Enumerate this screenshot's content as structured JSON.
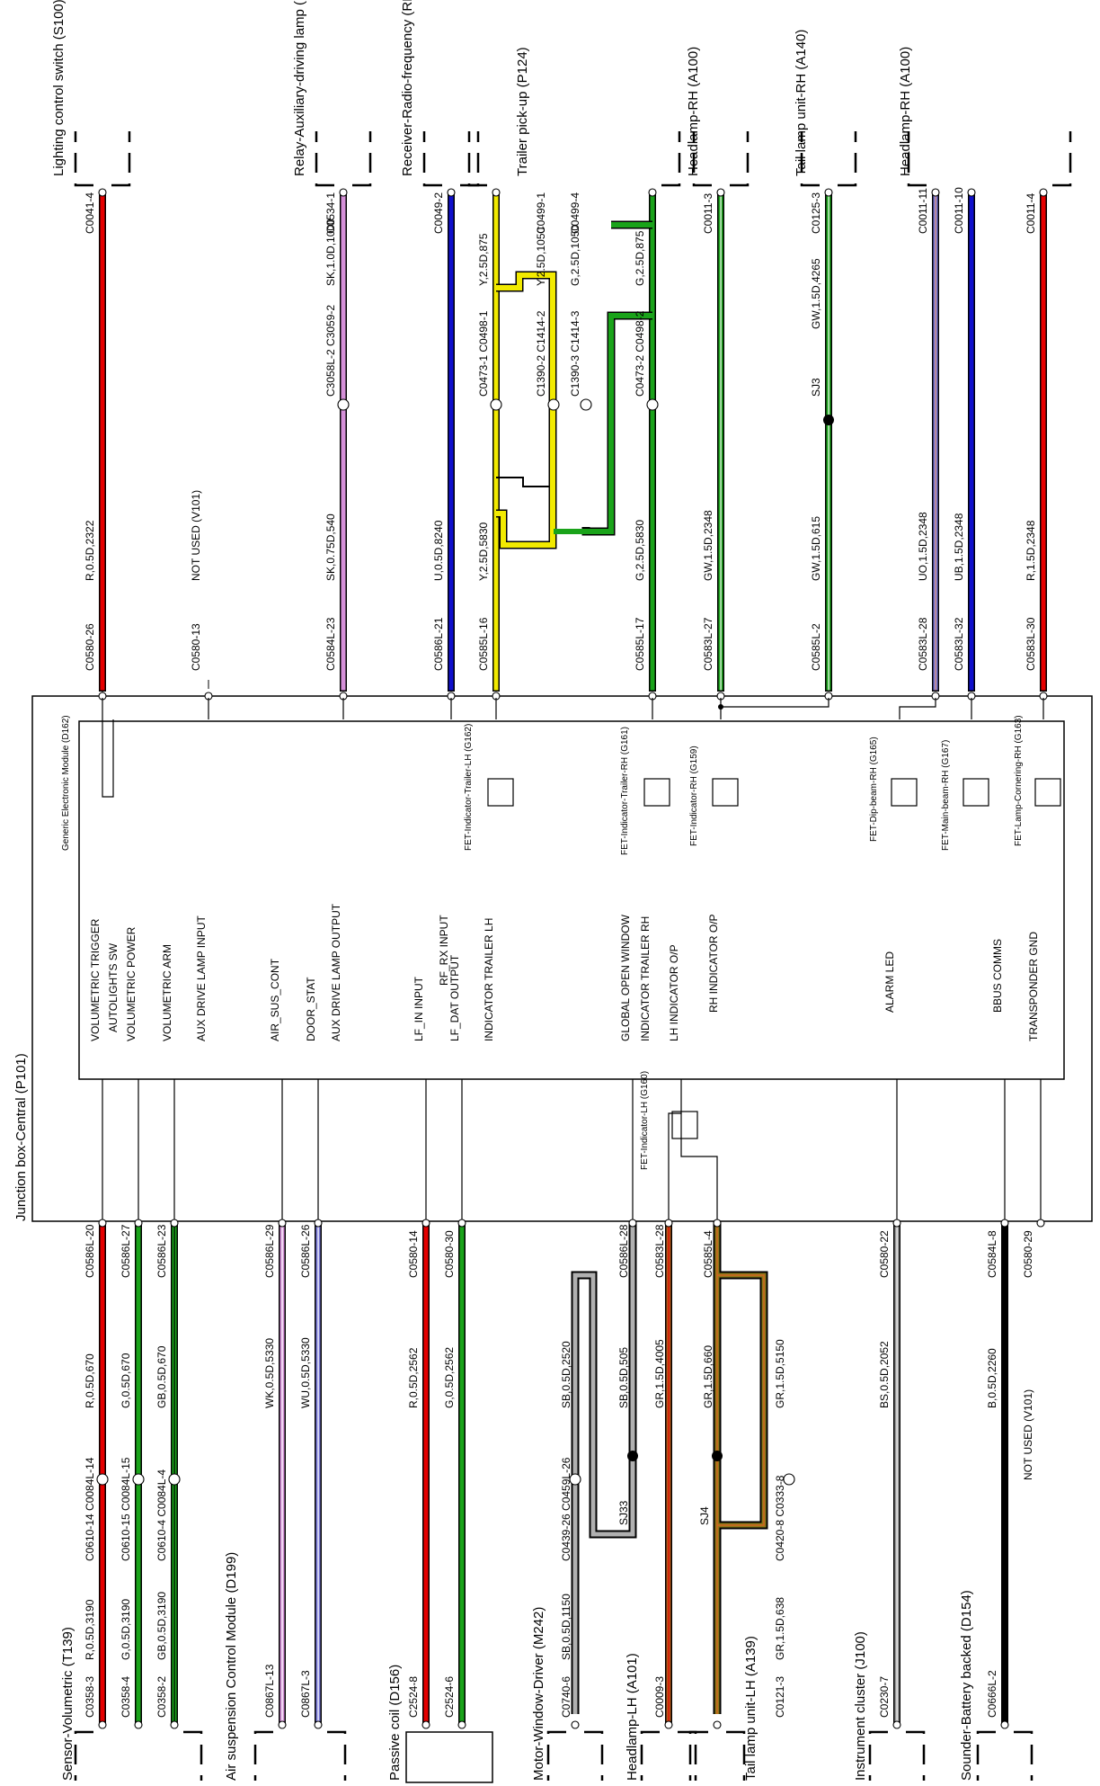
{
  "junction_box": {
    "title": "Junction box-Central (P101)"
  },
  "gem": {
    "title": "Generic Electronic Module (D162)"
  },
  "components": {
    "s100": "Lighting control switch (S100)",
    "r269": "Relay-Auxiliary-driving lamp (R269)",
    "t203": "Receiver-Radio-frequency (RF) (T203)",
    "p124": "Trailer pick-up (P124)",
    "a100a": "Headlamp-RH (A100)",
    "a140": "Tail lamp unit-RH (A140)",
    "a100b": "Headlamp-RH (A100)",
    "t139": "Sensor-Volumetric (T139)",
    "d199": "Air suspension Control Module (D199)",
    "d156": "Passive coil (D156)",
    "m242": "Motor-Window-Driver (M242)",
    "a101": "Headlamp-LH (A101)",
    "a139": "Tail lamp unit-LH (A139)",
    "j100": "Instrument cluster (J100)",
    "d154": "Sounder-Battery backed (D154)"
  },
  "fets": {
    "g162": "FET-Indicator-Trailer-LH (G162)",
    "g161": "FET-Indicator-Trailer-RH (G161)",
    "g159": "FET-Indicator-RH (G159)",
    "g165": "FET-Dip-beam-RH (G165)",
    "g167": "FET-Main-beam-RH (G167)",
    "g163": "FET-Lamp-Cornering-RH (G163)",
    "g160": "FET-Indicator-LH (G160)"
  },
  "gem_pins": {
    "p1": "VOLUMETRIC TRIGGER",
    "p2": "AUTOLIGHTS SW",
    "p3": "VOLUMETRIC POWER",
    "p4": "VOLUMETRIC ARM",
    "p5": "AUX DRIVE LAMP INPUT",
    "p6": "AIR_SUS_CONT",
    "p7": "DOOR_STAT",
    "p8": "AUX DRIVE LAMP OUTPUT",
    "p9": "LF_IN INPUT",
    "p10": "RF_RX INPUT",
    "p11": "LF_DAT OUTPUT",
    "p12": "INDICATOR TRAILER LH",
    "p13": "GLOBAL OPEN WINDOW",
    "p14": "INDICATOR TRAILER RH",
    "p15": "LH INDICATOR O/P",
    "p16": "RH INDICATOR O/P",
    "p17": "ALARM LED",
    "p18": "BBUS COMMS",
    "p19": "TRANSPONDER GND"
  },
  "top_wires": {
    "w1": {
      "conn_top": "C0041-4",
      "spec": "R,0.5D,2322",
      "conn_bot": "C0580-26"
    },
    "w2": {
      "spec": "NOT USED (V101)",
      "conn_bot": "C0580-13"
    },
    "w3": {
      "conn_top": "C0534-1",
      "spec_top": "SK,1.0D,1000",
      "inline": "C3058L-2 C3059-2",
      "spec": "SK,0.75D,540",
      "conn_bot": "C0584L-23"
    },
    "w4": {
      "conn_top": "C0049-2",
      "spec": "U,0.5D,8240",
      "conn_bot": "C0586L-21"
    },
    "w5": {
      "conn_top": "C0499-1",
      "spec_top": "Y,2.5D,1050",
      "inline_a": "C1390-2 C1414-2",
      "spec_mid": "Y,2.5D,875",
      "inline_b": "C0473-1 C0498-1",
      "spec": "Y,2.5D,5830",
      "conn_bot": "C0585L-16"
    },
    "w6": {
      "conn_top": "C0499-4",
      "spec_top": "G,2.5D,1050",
      "inline_a": "C1390-3 C1414-3",
      "spec_mid": "G,2.5D,875",
      "inline_b": "C0473-2 C0498-2",
      "spec": "G,2.5D,5830",
      "conn_bot": "C0585L-17"
    },
    "w7": {
      "conn_top": "C0011-3",
      "spec": "GW,1.5D,2348",
      "conn_bot": "C0583L-27"
    },
    "w8": {
      "conn_top": "C0125-3",
      "spec_top": "GW,1.5D,4265",
      "splice": "SJ3",
      "spec": "GW,1.5D,615",
      "conn_bot": "C0585L-2"
    },
    "w9": {
      "conn_top": "C0011-11",
      "spec": "UO,1.5D,2348",
      "conn_bot": "C0583L-28"
    },
    "w10": {
      "conn_top": "C0011-10",
      "spec": "UB,1.5D,2348",
      "conn_bot": "C0583L-32"
    },
    "w11": {
      "conn_top": "C0011-4",
      "spec": "R,1.5D,2348",
      "conn_bot": "C0583L-30"
    }
  },
  "bottom_wires": {
    "b1": {
      "conn_top": "C0586L-20",
      "spec_top": "R,0.5D,670",
      "inline": "C0610-14 C0084L-14",
      "spec": "R,0.5D,3190",
      "conn_bot": "C0358-3"
    },
    "b2": {
      "conn_top": "C0586L-27",
      "spec_top": "G,0.5D,670",
      "inline": "C0610-15 C0084L-15",
      "spec": "G,0.5D,3190",
      "conn_bot": "C0358-4"
    },
    "b3": {
      "conn_top": "C0586L-23",
      "spec_top": "GB,0.5D,670",
      "inline": "C0610-4 C0084L-4",
      "spec": "GB,0.5D,3190",
      "conn_bot": "C0358-2"
    },
    "b4": {
      "conn_top": "C0586L-29",
      "spec": "WK,0.5D,5330",
      "conn_bot": "C0867L-13"
    },
    "b5": {
      "conn_top": "C0586L-26",
      "spec": "WU,0.5D,5330",
      "conn_bot": "C0867L-3"
    },
    "b6": {
      "conn_top": "C0580-14",
      "spec": "R,0.5D,2562",
      "conn_bot": "C2524-8"
    },
    "b7": {
      "conn_top": "C0580-30",
      "spec": "G,0.5D,2562",
      "conn_bot": "C2524-6"
    },
    "b8": {
      "conn_top": "C0586L-28",
      "spec_top": "SB,0.5D,505",
      "splice": "SJ33",
      "spec_mid": "SB,0.5D,2520",
      "inline": "C0439-26 C0459L-26",
      "spec": "SB,0.5D,1150",
      "conn_bot": "C0740-6"
    },
    "b9": {
      "conn_top": "C0583L-28",
      "spec": "GR,1.5D,4005",
      "conn_bot": "C0009-3"
    },
    "b10": {
      "conn_top": "C0585L-4",
      "spec_top": "GR,1.5D,660",
      "splice": "SJ4",
      "spec_mid": "GR,1.5D,5150",
      "inline": "C0420-8 C0333-8",
      "spec": "GR,1.5D,638",
      "conn_bot": "C0121-3"
    },
    "b11": {
      "conn_top": "C0580-22",
      "spec": "BS,0.5D,2052",
      "conn_bot": "C0230-7"
    },
    "b12": {
      "conn_top": "C0584L-8",
      "spec": "B,0.5D,2260",
      "conn_bot": "C0666L-2"
    },
    "b13": {
      "conn_top": "C0580-29",
      "spec": "NOT USED (V101)"
    }
  },
  "colors": {
    "red": "#e60000",
    "green": "#1aa31a",
    "yellow": "#f2ea00",
    "blue": "#1010cc",
    "pink": "#d58fd8",
    "orange_brown": "#b85a1a",
    "grey": "#9a9a9a",
    "black": "#000000"
  }
}
